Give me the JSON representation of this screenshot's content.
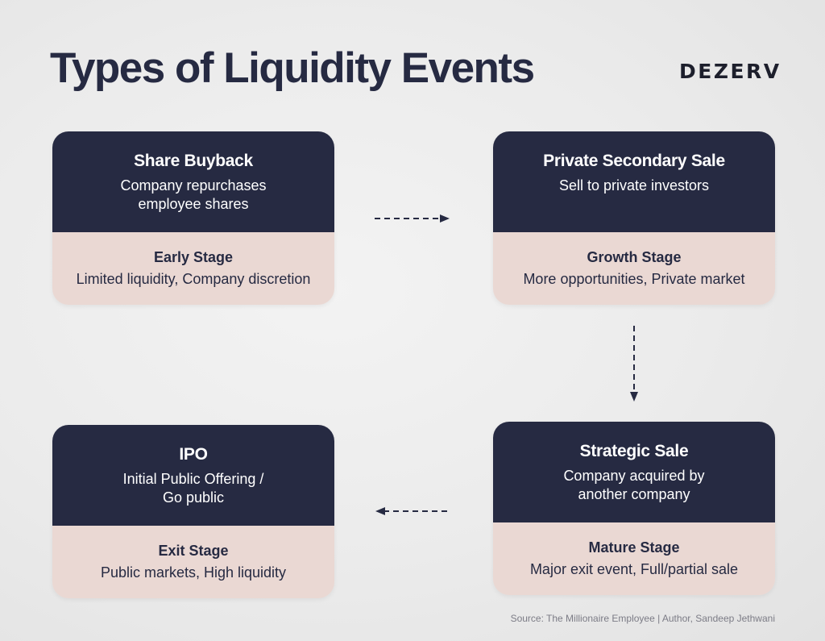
{
  "header": {
    "title": "Types of Liquidity Events",
    "brand": "DEZERV"
  },
  "cards": [
    {
      "title": "Share Buyback",
      "description": "Company repurchases employee shares",
      "stage": "Early Stage",
      "stage_description": "Limited liquidity, Company discretion"
    },
    {
      "title": "Private Secondary Sale",
      "description": "Sell to private investors",
      "stage": "Growth Stage",
      "stage_description": "More opportunities, Private market"
    },
    {
      "title": "Strategic Sale",
      "description": "Company acquired by another company",
      "stage": "Mature Stage",
      "stage_description": "Major exit event, Full/partial sale"
    },
    {
      "title": "IPO",
      "description": "Initial Public Offering / Go public",
      "stage": "Exit Stage",
      "stage_description": "Public markets, High liquidity"
    }
  ],
  "colors": {
    "card_top": "#262a42",
    "card_bottom": "#ead8d3",
    "arrow": "#262a42"
  },
  "footer": {
    "source": "Source: The Millionaire Employee | Author, Sandeep Jethwani"
  }
}
